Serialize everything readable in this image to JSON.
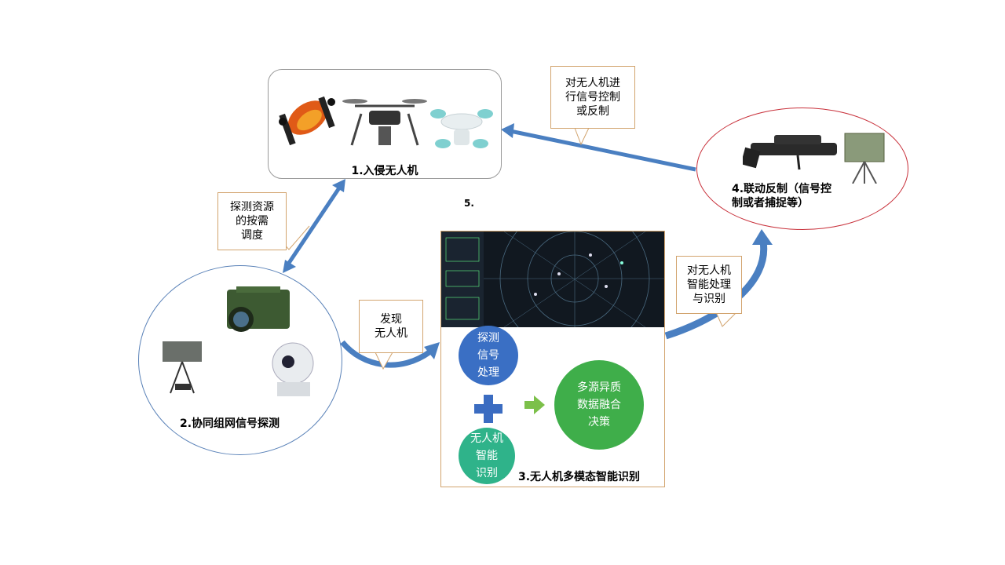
{
  "nodes": {
    "intrude": {
      "label": "1.入侵无人机"
    },
    "detect": {
      "label": "2.协同组网信号探测"
    },
    "recognize": {
      "label": "3.无人机多模态智能识别"
    },
    "counter": {
      "label": "4.联动反制（信号控制或者捕捉等）",
      "label_line1": "4.联动反制（信号控",
      "label_line2": "制或者捕捉等）"
    },
    "step5": {
      "label": "5."
    }
  },
  "callouts": {
    "schedule": {
      "lines": [
        "探测资源",
        "的按需",
        "调度"
      ]
    },
    "control": {
      "lines": [
        "对无人机进",
        "行信号控制",
        "或反制"
      ]
    },
    "discover": {
      "lines": [
        "发现",
        "无人机"
      ]
    },
    "process": {
      "lines": [
        "对无人机",
        "智能处理",
        "与识别"
      ]
    }
  },
  "recognition_panel": {
    "signal": {
      "lines": [
        "探测",
        "信号",
        "处理"
      ]
    },
    "ai": {
      "lines": [
        "无人机",
        "智能",
        "识别"
      ]
    },
    "fusion": {
      "lines": [
        "多源异质",
        "数据融合",
        "决策"
      ]
    }
  },
  "colors": {
    "signal_circle": "#3a6fc4",
    "ai_circle": "#2fb38a",
    "fusion_circle": "#3fae4a",
    "plus": "#3b6cc1",
    "arrow_green": "#7cc04a",
    "link_arrow": "#4a7fc1",
    "callout_border": "#d2a46e",
    "counter_border": "#c8303a",
    "detect_border": "#5a82b8",
    "radar_bg": "#111820"
  }
}
